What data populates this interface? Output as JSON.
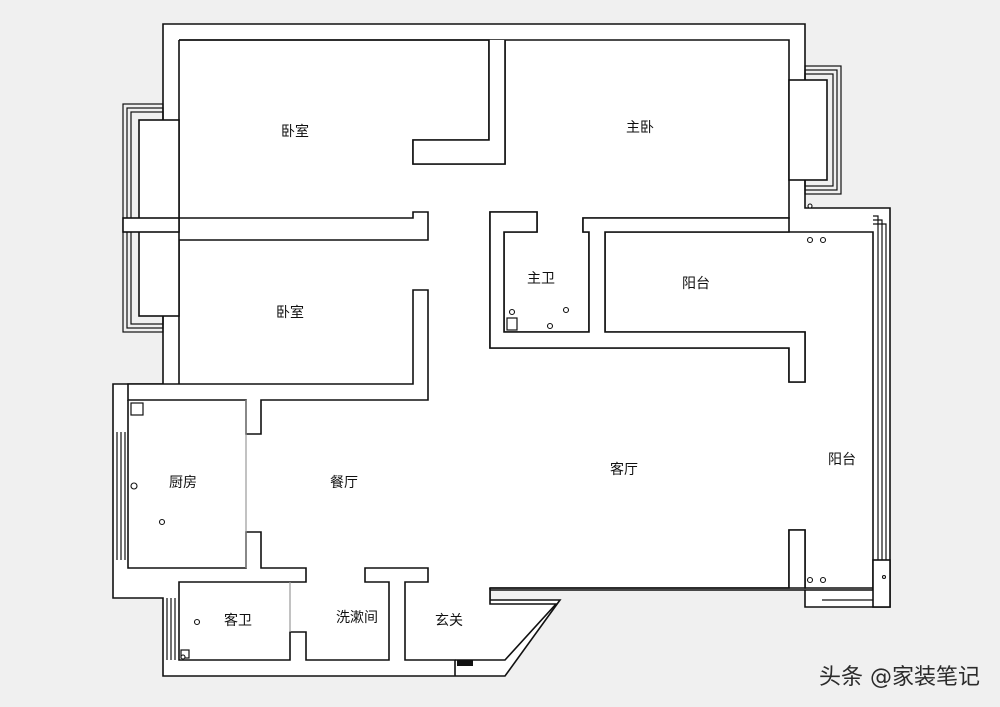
{
  "rooms": {
    "bedroom_top": "卧室",
    "master_bedroom": "主卧",
    "bedroom_mid": "卧室",
    "master_bath": "主卫",
    "balcony_small": "阳台",
    "balcony_right": "阳台",
    "kitchen": "厨房",
    "dining": "餐厅",
    "living": "客厅",
    "guest_bath": "客卫",
    "wash_room": "洗漱间",
    "entrance": "玄关"
  },
  "watermark": "头条 @家装笔记"
}
